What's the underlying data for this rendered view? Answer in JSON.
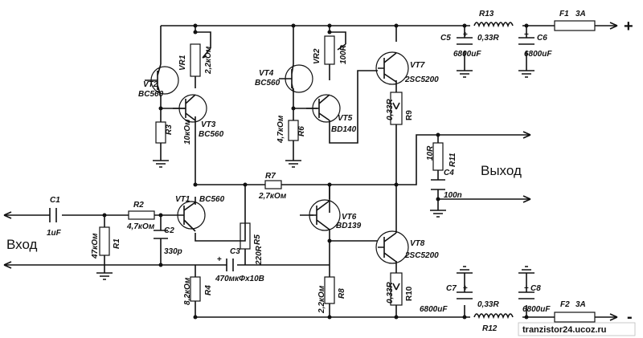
{
  "io": {
    "input": "Вход",
    "output": "Выход",
    "plus": "+",
    "minus": "-"
  },
  "labels": {
    "vt1": "VT1",
    "vt1_part": "BC560",
    "vt2": "VT2",
    "vt2_part": "BC560",
    "vt3": "VT3",
    "vt3_part": "BC560",
    "vt4": "VT4",
    "vt4_part": "BC560",
    "vt5": "VT5",
    "vt5_part": "BD140",
    "vt6": "VT6",
    "vt6_part": "BD139",
    "vt7": "VT7",
    "vt7_part": "2SC5200",
    "vt8": "VT8",
    "vt8_part": "2SC5200",
    "vr1": "VR1",
    "vr1_value": "2,2кОм",
    "vr2": "VR2",
    "vr2_value": "100R",
    "r1": "R1",
    "r1_value": "47кОм",
    "r2": "R2",
    "r2_value": "4,7кОм",
    "r3": "R3",
    "r3_value": "10кОм",
    "r4": "R4",
    "r4_value": "8,2кОм",
    "r5": "R5",
    "r5_value": "220R",
    "r6": "R6",
    "r6_value": "4,7кОм",
    "r7": "R7",
    "r7_value": "2,7кОм",
    "r8": "R8",
    "r8_value": "2,2кОм",
    "r9": "R9",
    "r9_value": "0,33R",
    "r10": "R10",
    "r10_value": "0,33R",
    "r11": "R11",
    "r11_value": "10R",
    "r12": "R12",
    "r12_value": "0,33R",
    "r13": "R13",
    "r13_value": "0,33R",
    "c1": "C1",
    "c1_value": "1uF",
    "c2": "C2",
    "c2_value": "330p",
    "c3": "C3",
    "c3_value": "470мкФх10В",
    "c4": "C4",
    "c4_value": "100n",
    "c5": "C5",
    "c5_value": "6800uF",
    "c6": "C6",
    "c6_value": "6800uF",
    "c7": "C7",
    "c7_value": "6800uF",
    "c8": "C8",
    "c8_value": "6800uF",
    "f1": "F1",
    "f1_value": "3A",
    "f2": "F2",
    "f2_value": "3A",
    "plus": "+"
  },
  "watermark": "tranzistor24.ucoz.ru"
}
